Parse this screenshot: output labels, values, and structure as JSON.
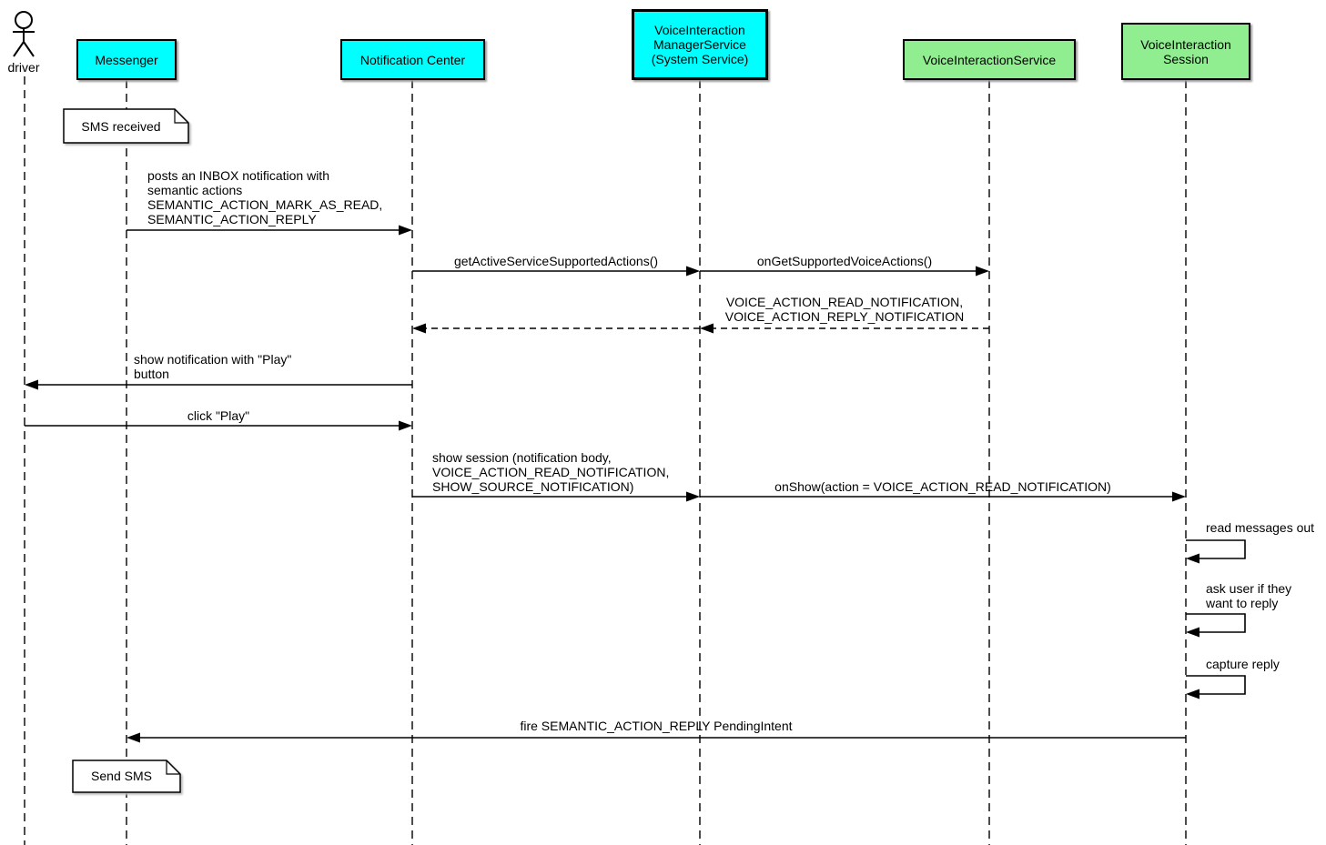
{
  "diagram": {
    "actor": {
      "label": "driver"
    },
    "participants": [
      {
        "id": "messenger",
        "label": "Messenger",
        "color": "#00ffff"
      },
      {
        "id": "notification-center",
        "label": "Notification Center",
        "color": "#00ffff"
      },
      {
        "id": "voice-interaction-manager-service",
        "label": "VoiceInteraction\nManagerService\n(System Service)",
        "color": "#00ffff"
      },
      {
        "id": "voice-interaction-service",
        "label": "VoiceInteractionService",
        "color": "#90ee90"
      },
      {
        "id": "voice-interaction-session",
        "label": "VoiceInteraction\nSession",
        "color": "#90ee90"
      }
    ],
    "notes": [
      {
        "id": "sms-received",
        "text": "SMS received"
      },
      {
        "id": "send-sms",
        "text": "Send SMS"
      }
    ],
    "messages": [
      {
        "id": "post-inbox",
        "from": "Messenger",
        "to": "Notification Center",
        "style": "solid",
        "text": "posts an INBOX notification with\nsemantic actions\nSEMANTIC_ACTION_MARK_AS_READ,\nSEMANTIC_ACTION_REPLY"
      },
      {
        "id": "get-active-actions",
        "from": "Notification Center",
        "to": "VoiceInteraction ManagerService",
        "style": "solid",
        "text": "getActiveServiceSupportedActions()"
      },
      {
        "id": "on-get-supported",
        "from": "VoiceInteraction ManagerService",
        "to": "VoiceInteractionService",
        "style": "solid",
        "text": "onGetSupportedVoiceActions()"
      },
      {
        "id": "return-voice-actions",
        "from": "VoiceInteractionService",
        "to": "VoiceInteraction ManagerService",
        "style": "dashed",
        "text": "VOICE_ACTION_READ_NOTIFICATION,\nVOICE_ACTION_REPLY_NOTIFICATION"
      },
      {
        "id": "return-to-notification-center",
        "from": "VoiceInteraction ManagerService",
        "to": "Notification Center",
        "style": "dashed",
        "text": ""
      },
      {
        "id": "show-notification",
        "from": "Notification Center",
        "to": "driver",
        "style": "solid",
        "text": "show notification with \"Play\"\nbutton"
      },
      {
        "id": "click-play",
        "from": "driver",
        "to": "Notification Center",
        "style": "solid",
        "text": "click \"Play\""
      },
      {
        "id": "show-session",
        "from": "Notification Center",
        "to": "VoiceInteraction ManagerService",
        "style": "solid",
        "text": "show session (notification body,\nVOICE_ACTION_READ_NOTIFICATION,\nSHOW_SOURCE_NOTIFICATION)"
      },
      {
        "id": "on-show",
        "from": "VoiceInteraction ManagerService",
        "to": "VoiceInteraction Session",
        "style": "solid",
        "text": "onShow(action = VOICE_ACTION_READ_NOTIFICATION)"
      },
      {
        "id": "read-messages-out",
        "from": "VoiceInteraction Session",
        "to": "VoiceInteraction Session",
        "style": "self",
        "text": "read messages out"
      },
      {
        "id": "ask-user-reply",
        "from": "VoiceInteraction Session",
        "to": "VoiceInteraction Session",
        "style": "self",
        "text": "ask user if they\nwant to reply"
      },
      {
        "id": "capture-reply",
        "from": "VoiceInteraction Session",
        "to": "VoiceInteraction Session",
        "style": "self",
        "text": "capture reply"
      },
      {
        "id": "fire-pending-intent",
        "from": "VoiceInteraction Session",
        "to": "Messenger",
        "style": "solid",
        "text": "fire SEMANTIC_ACTION_REPLY PendingIntent"
      }
    ],
    "colors": {
      "participant_cyan": "#00ffff",
      "participant_green": "#90ee90",
      "line": "#000000",
      "note_fill": "#ffffff",
      "background": "#ffffff"
    }
  }
}
